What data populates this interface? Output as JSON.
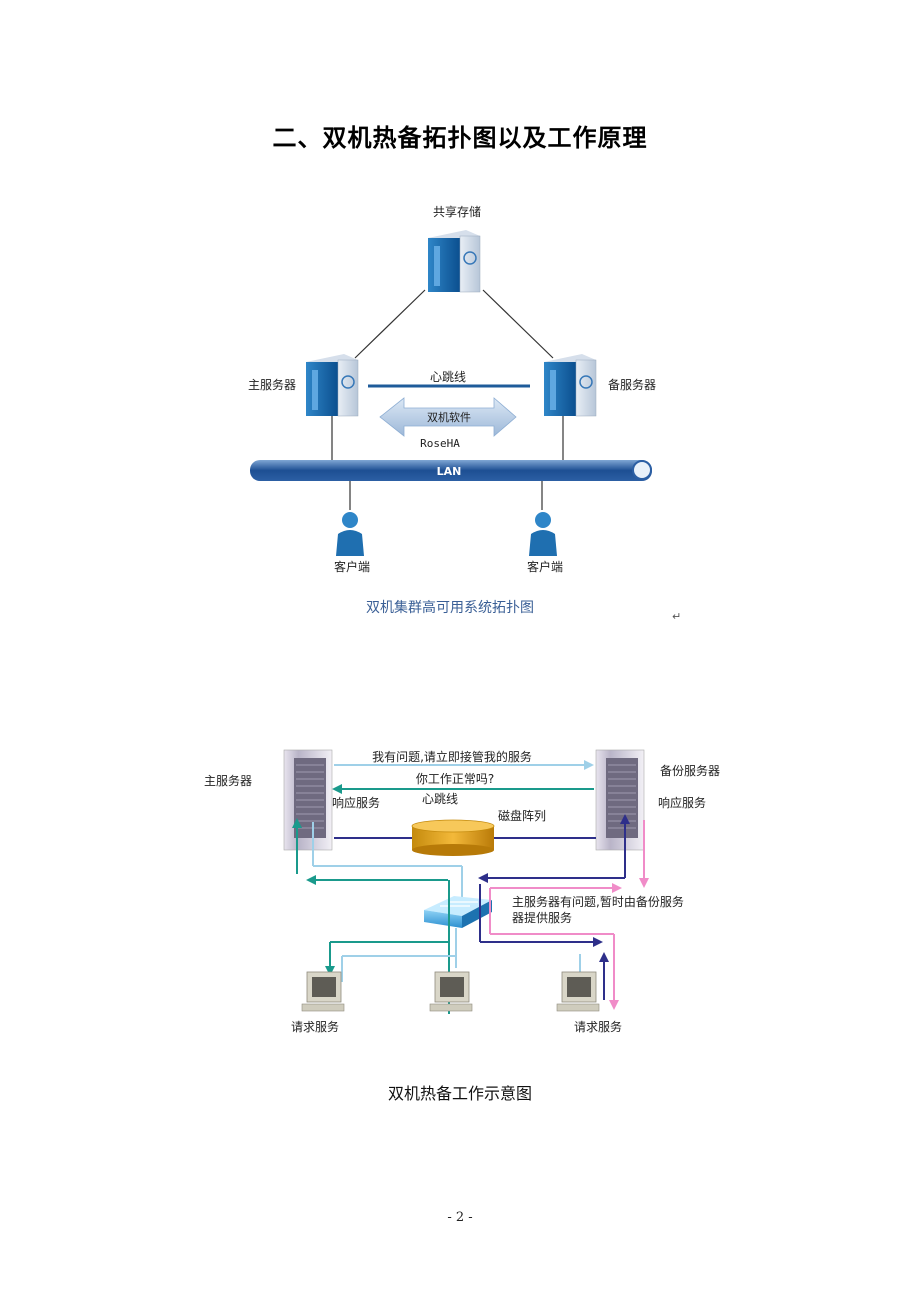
{
  "page": {
    "section_title": "二、双机热备拓扑图以及工作原理",
    "page_number": "- 2 -",
    "return_mark": "↵"
  },
  "topology": {
    "shared_storage": "共享存储",
    "primary_server": "主服务器",
    "backup_server": "备服务器",
    "heartbeat": "心跳线",
    "software": "双机软件",
    "software_name": "RoseHA",
    "network": "LAN",
    "client_left": "客户端",
    "client_right": "客户端",
    "caption": "双机集群高可用系统拓扑图"
  },
  "workflow": {
    "primary_server": "主服务器",
    "backup_server": "备份服务器",
    "msg_takeover": "我有问题,请立即接管我的服务",
    "msg_status": "你工作正常吗?",
    "heartbeat": "心跳线",
    "respond_left": "响应服务",
    "respond_right": "响应服务",
    "disk_array": "磁盘阵列",
    "failover_line1": "主服务器有问题,暂时由备份服务",
    "failover_line2": "器提供服务",
    "request_left": "请求服务",
    "request_right": "请求服务",
    "caption": "双机热备工作示意图",
    "colors": {
      "teal": "#1a9a8c",
      "navy": "#2e2f8a",
      "pink": "#f08cc8",
      "lightblue": "#9fd0e8"
    }
  }
}
